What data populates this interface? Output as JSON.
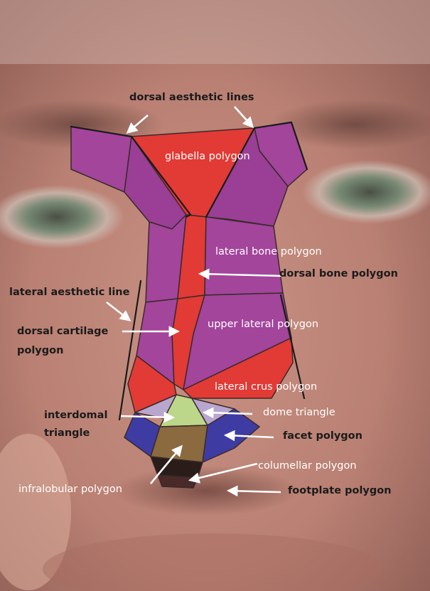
{
  "labels": {
    "dorsal_aesthetic_lines": "dorsal aesthetic lines",
    "glabella_polygon": "glabella polygon",
    "lateral_bone_polygon": "lateral bone polygon",
    "dorsal_bone_polygon": "dorsal bone polygon",
    "lateral_aesthetic_line": "lateral aesthetic line",
    "dorsal_cartilage_polygon_1": "dorsal cartilage",
    "dorsal_cartilage_polygon_2": "polygon",
    "upper_lateral_polygon": "upper lateral polygon",
    "lateral_crus_polygon": "lateral crus polygon",
    "interdomal_triangle_1": "interdomal",
    "interdomal_triangle_2": "triangle",
    "dome_triangle": "dome triangle",
    "facet_polygon": "facet polygon",
    "columellar_polygon": "columellar polygon",
    "infralobular_polygon": "infralobular polygon",
    "footplate_polygon": "footplate polygon"
  },
  "colors": {
    "purple": "#a2459b",
    "red": "#e23a35",
    "blue": "#3e3ca3",
    "green": "#bcd68a",
    "lavender": "#b9a6cf",
    "skin": "#c99387",
    "outline": "#222222"
  }
}
